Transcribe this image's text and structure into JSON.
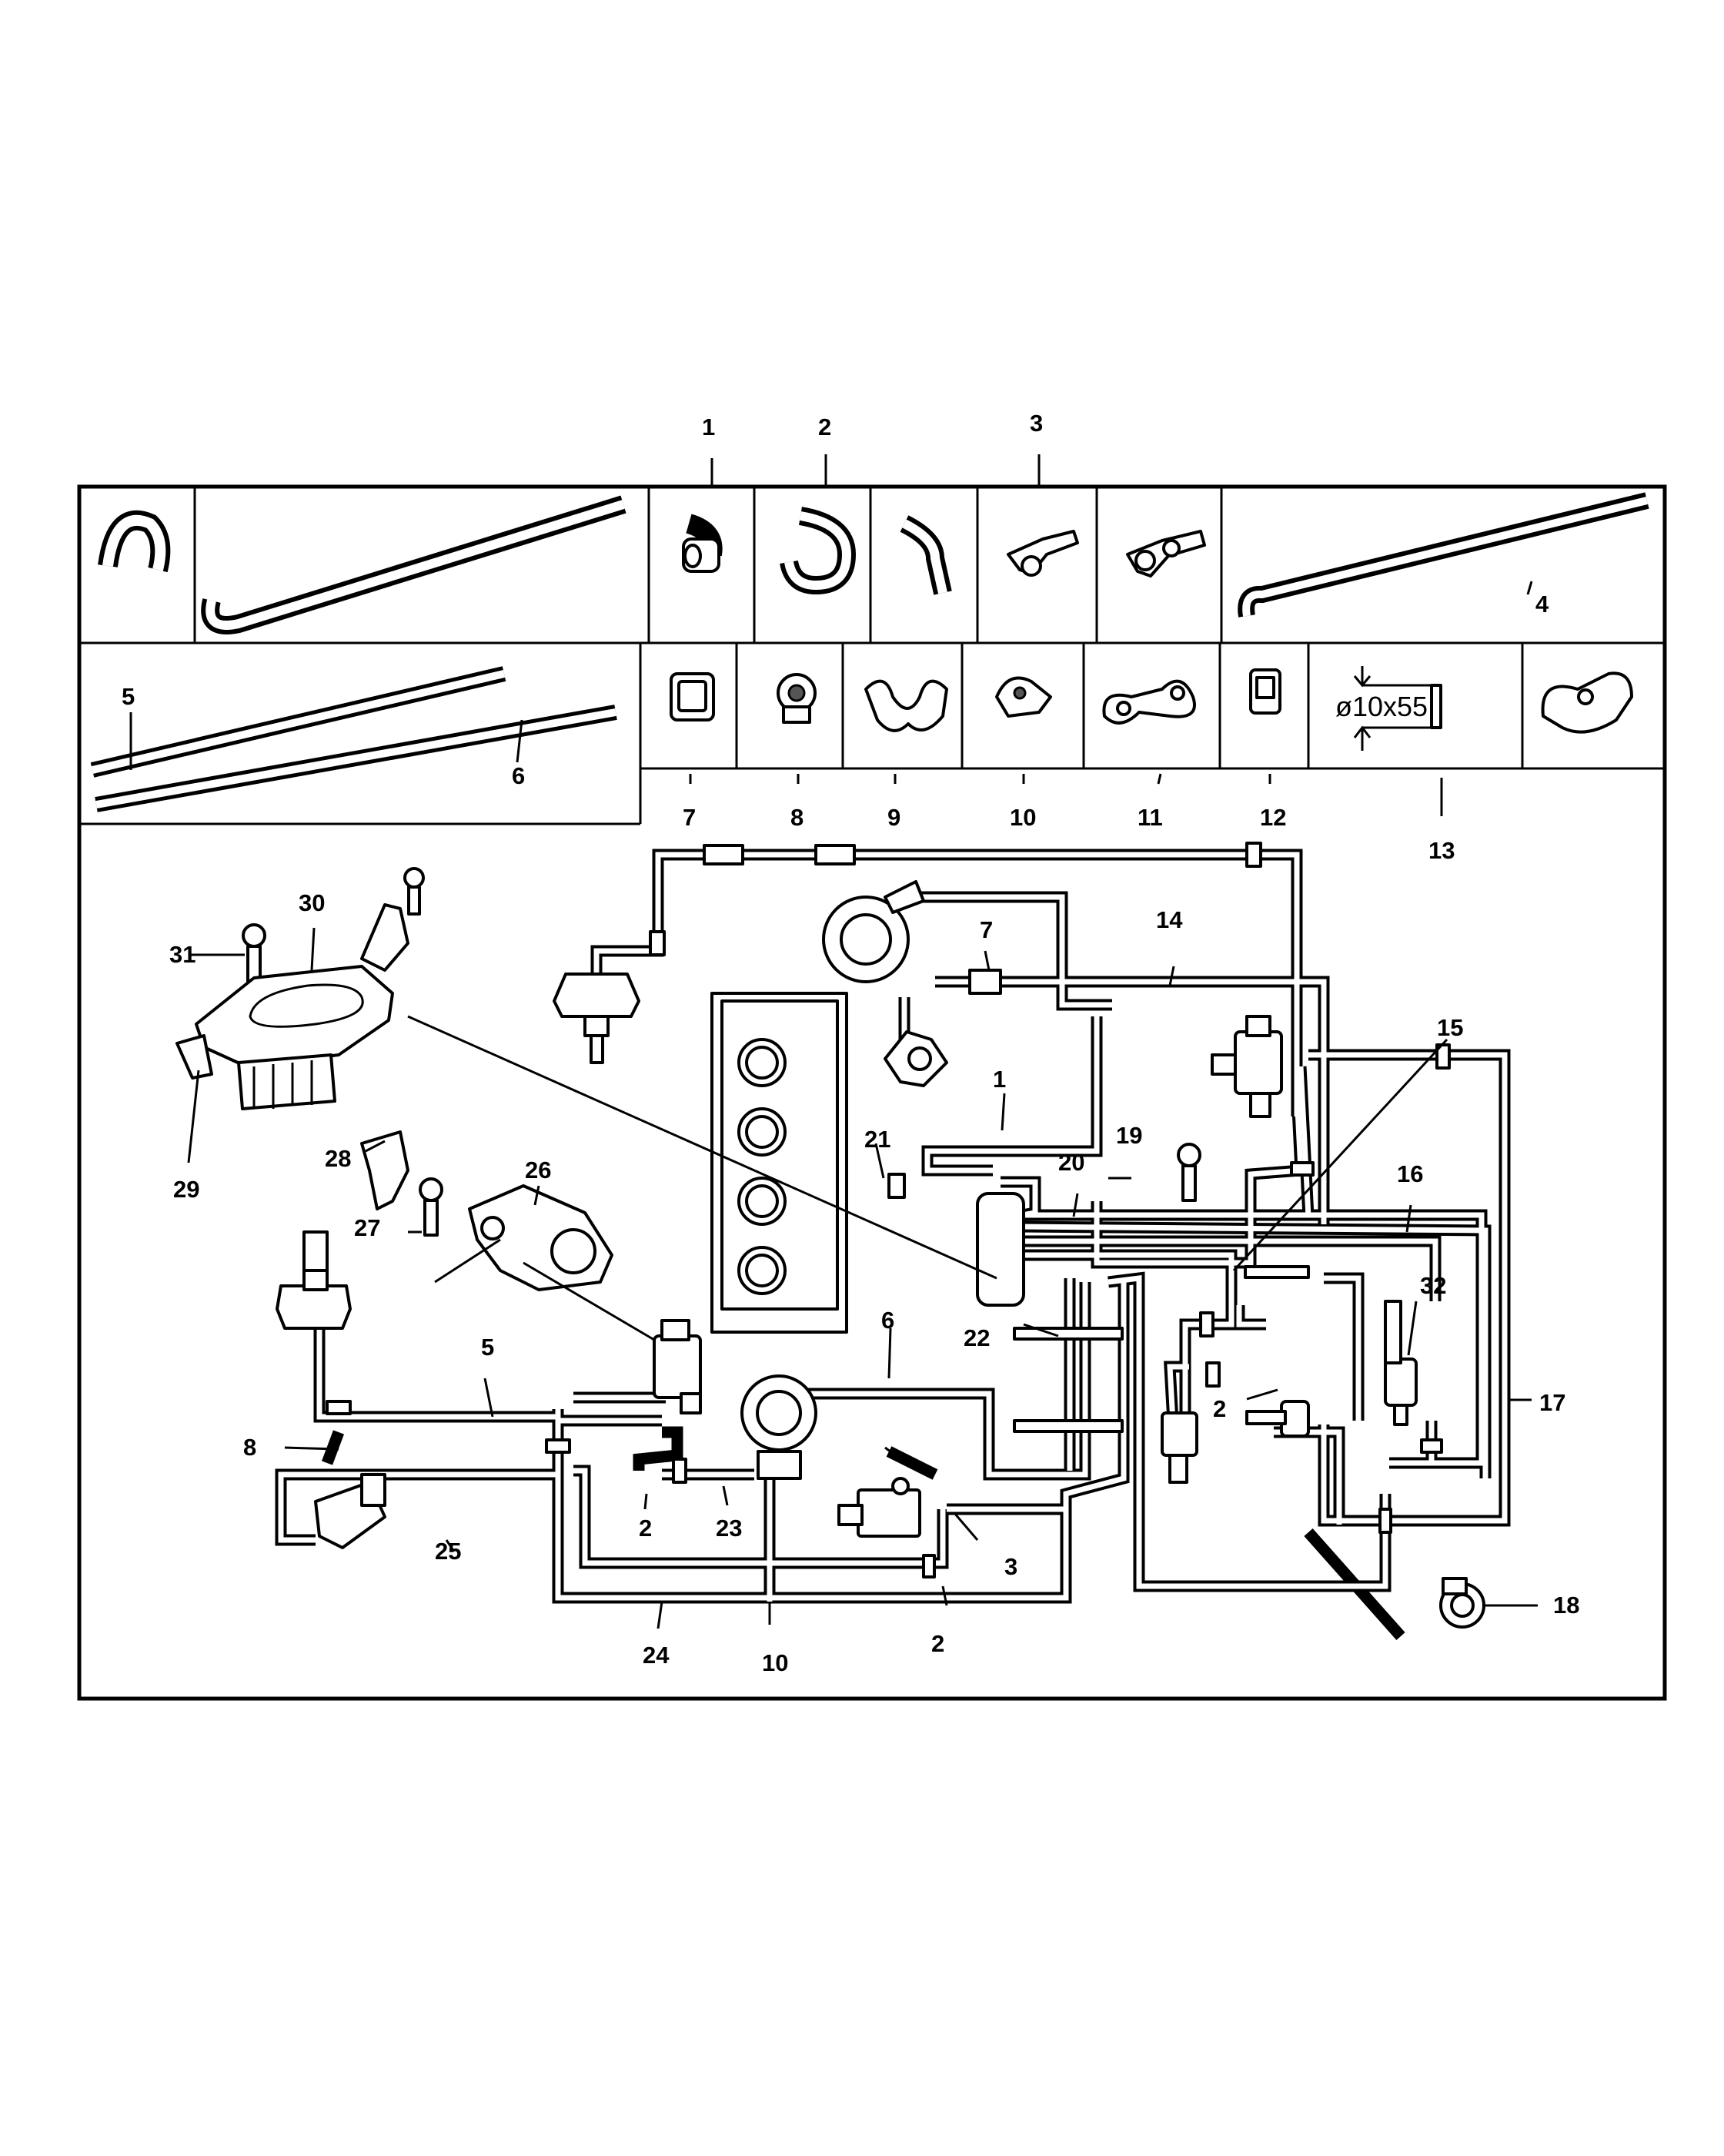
{
  "top_callouts": [
    "1",
    "2",
    "3",
    "4",
    "5",
    "6",
    "7",
    "8",
    "9",
    "10",
    "11",
    "12",
    "13"
  ],
  "callouts": {
    "n1": "1",
    "n2a": "2",
    "n2b": "2",
    "n2c": "2",
    "n3": "3",
    "n5": "5",
    "n6": "6",
    "n7": "7",
    "n8": "8",
    "n10": "10",
    "n14": "14",
    "n15": "15",
    "n16": "16",
    "n17": "17",
    "n18": "18",
    "n19": "19",
    "n20": "20",
    "n21": "21",
    "n22": "22",
    "n23": "23",
    "n24": "24",
    "n25": "25",
    "n26": "26",
    "n27": "27",
    "n28": "28",
    "n29": "29",
    "n30": "30",
    "n31": "31",
    "n32": "32"
  },
  "dimension_label": "ø10x55",
  "icons": [
    "hose-elbow-icon",
    "hose-loop-icon",
    "hose-bend-icon",
    "tee-connector-icon",
    "cross-connector-icon",
    "clip-icon",
    "vacuum-actuator-icon",
    "solenoid-valve-icon",
    "check-valve-icon",
    "bolt-icon",
    "engine-block-icon"
  ]
}
